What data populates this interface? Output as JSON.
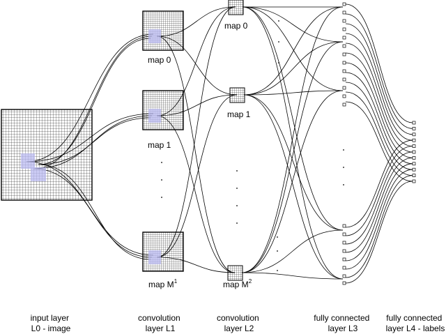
{
  "maps_l1": [
    {
      "name": "map 0"
    },
    {
      "name": "map 1"
    },
    {
      "name": "map M",
      "sup": "1"
    }
  ],
  "maps_l2": [
    {
      "name": "map 0"
    },
    {
      "name": "map 1"
    },
    {
      "name": "map M",
      "sup": "2"
    }
  ],
  "captions": [
    {
      "line1": "input layer",
      "line2": "L0 - image"
    },
    {
      "line1": "convolution",
      "line2": "layer L1"
    },
    {
      "line1": "convolution",
      "line2": "layer L2"
    },
    {
      "line1": "fully connected",
      "line2": "layer L3"
    },
    {
      "line1": "fully connected",
      "line2": "layer L4 - labels"
    }
  ],
  "colors": {
    "stroke": "#000000",
    "highlight": "#b9b9f0"
  }
}
